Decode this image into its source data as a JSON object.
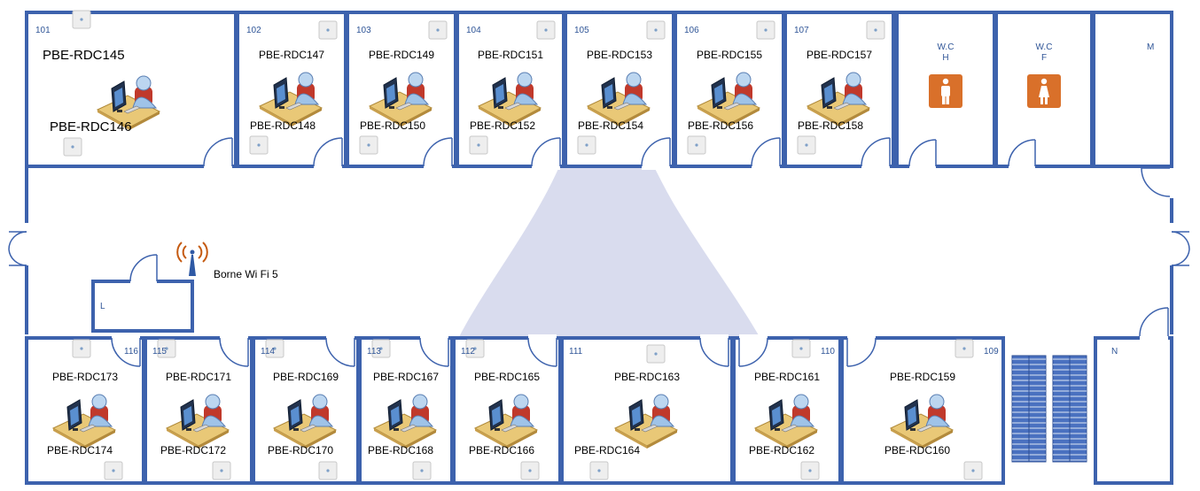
{
  "title": "",
  "colors": {
    "wall": "#3d62ad",
    "wall_light": "#dde6f5",
    "wm": "#cfd3ea",
    "wc_icon": "#d9702a",
    "stairs": "#4a71c0"
  },
  "top_rooms": [
    {
      "num": "101",
      "top_label": "PBE-RDC145",
      "bottom_label": "PBE-RDC146"
    },
    {
      "num": "102",
      "top_label": "PBE-RDC147",
      "bottom_label": "PBE-RDC148"
    },
    {
      "num": "103",
      "top_label": "PBE-RDC149",
      "bottom_label": "PBE-RDC150"
    },
    {
      "num": "104",
      "top_label": "PBE-RDC151",
      "bottom_label": "PBE-RDC152"
    },
    {
      "num": "105",
      "top_label": "PBE-RDC153",
      "bottom_label": "PBE-RDC154"
    },
    {
      "num": "106",
      "top_label": "PBE-RDC155",
      "bottom_label": "PBE-RDC156"
    },
    {
      "num": "107",
      "top_label": "PBE-RDC157",
      "bottom_label": "PBE-RDC158"
    }
  ],
  "wc": [
    {
      "line1": "W.C",
      "line2": "H",
      "icon": "man-icon"
    },
    {
      "line1": "W.C",
      "line2": "F",
      "icon": "woman-icon"
    }
  ],
  "room_m": "M",
  "room_n": "N",
  "room_l": "L",
  "wifi_label": "Borne Wi Fi 5",
  "bottom_rooms": [
    {
      "num": "116",
      "top_label": "PBE-RDC173",
      "bottom_label": "PBE-RDC174"
    },
    {
      "num": "115",
      "top_label": "PBE-RDC171",
      "bottom_label": "PBE-RDC172"
    },
    {
      "num": "114",
      "top_label": "PBE-RDC169",
      "bottom_label": "PBE-RDC170"
    },
    {
      "num": "113",
      "top_label": "PBE-RDC167",
      "bottom_label": "PBE-RDC168"
    },
    {
      "num": "112",
      "top_label": "PBE-RDC165",
      "bottom_label": "PBE-RDC166"
    },
    {
      "num": "111",
      "top_label": "PBE-RDC163",
      "bottom_label": "PBE-RDC164"
    },
    {
      "num": "110",
      "top_label": "PBE-RDC161",
      "bottom_label": "PBE-RDC162"
    },
    {
      "num": "109",
      "top_label": "PBE-RDC159",
      "bottom_label": "PBE-RDC160"
    }
  ]
}
